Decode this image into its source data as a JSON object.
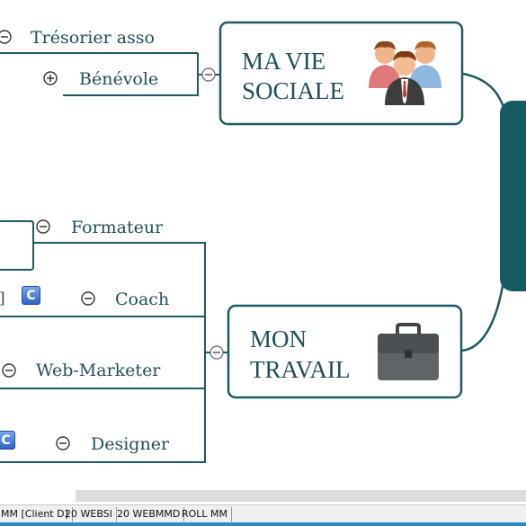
{
  "topics": {
    "vie_sociale": {
      "line1": "MA VIE",
      "line2": "SOCIALE"
    },
    "travail": {
      "line1": "MON",
      "line2": "TRAVAIL"
    }
  },
  "subtopics": {
    "tresorier": "Trésorier asso",
    "benevole": "Bénévole",
    "formateur": "Formateur",
    "coach": "Coach",
    "web_marketer": "Web-Marketer",
    "designer": "Designer"
  },
  "badges": {
    "c": "C"
  },
  "fragments": {
    "bracket": "]"
  },
  "tabs": [
    "MM [Client D]",
    "20 WEBSI",
    "20 WEBMMD",
    "ROLL MM"
  ],
  "colors": {
    "teal": "#1f5a60",
    "central": "#155a63",
    "badge": "#3b6fd4"
  },
  "icons": [
    "collapse-minus-icon",
    "expand-plus-icon",
    "people-group-icon",
    "briefcase-icon",
    "c-badge-icon"
  ]
}
